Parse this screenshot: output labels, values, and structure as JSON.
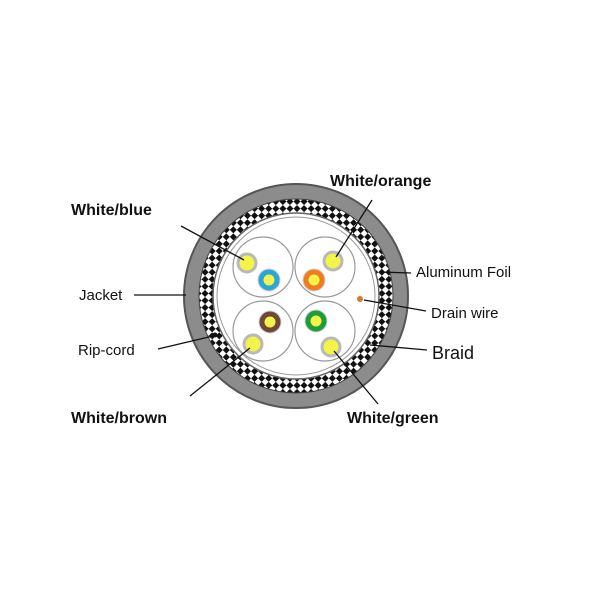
{
  "labels": {
    "white_orange": "White/orange",
    "white_blue": "White/blue",
    "jacket": "Jacket",
    "aluminum_foil": "Aluminum Foil",
    "drain_wire": "Drain wire",
    "rip_cord": "Rip-cord",
    "braid": "Braid",
    "white_brown": "White/brown",
    "white_green": "White/green"
  },
  "colors": {
    "jacket": "#8c8c8c",
    "white_wire": "#f3f34a",
    "blue": "#2aa6d9",
    "orange": "#ef7d1f",
    "brown": "#6e4a36",
    "green": "#1f9c3b",
    "drain_wire": "#d87a2e"
  }
}
